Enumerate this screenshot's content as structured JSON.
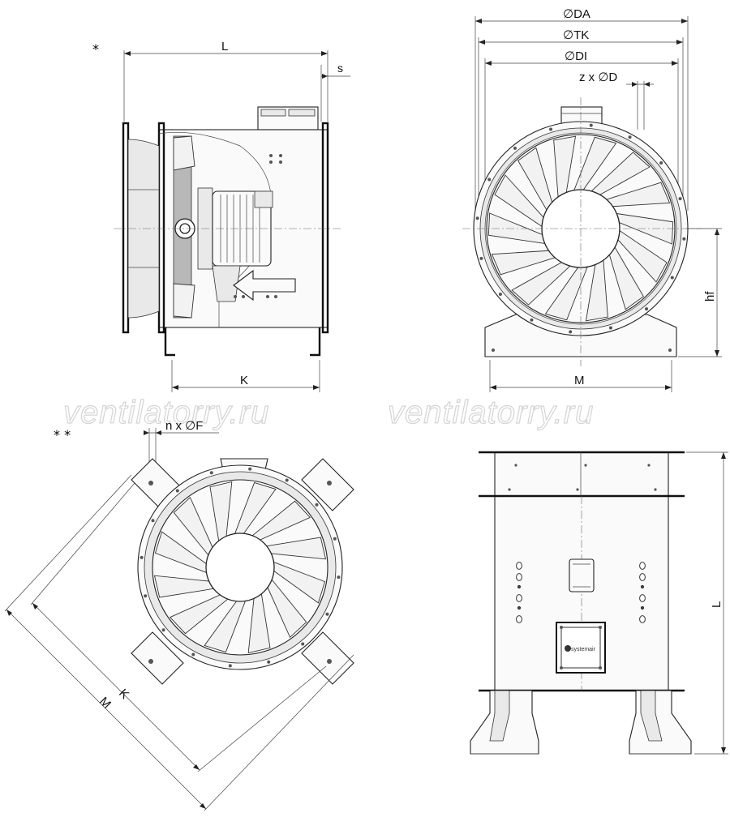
{
  "watermarks": [
    "ventilatorry.ru",
    "ventilatorry.ru"
  ],
  "markers": {
    "side_view": "*",
    "wall_mount_view": "* *"
  },
  "side_view": {
    "dim_length": "L",
    "dim_flange": "s",
    "dim_feet": "K"
  },
  "front_view": {
    "dim_outer_dia": "∅DA",
    "dim_bolt_circle": "∅TK",
    "dim_inner_dia": "∅DI",
    "dim_holes": "z x ∅D",
    "dim_height": "hf",
    "dim_base": "M"
  },
  "mount_view": {
    "dim_holes": "n x ∅F",
    "dim_k": "K",
    "dim_m": "M"
  },
  "bottom_view": {
    "dim_length": "L",
    "nameplate_text": "systemair"
  },
  "icons": [
    "airflow-arrow-icon",
    "motor-icon",
    "impeller-icon",
    "terminal-box-icon"
  ]
}
